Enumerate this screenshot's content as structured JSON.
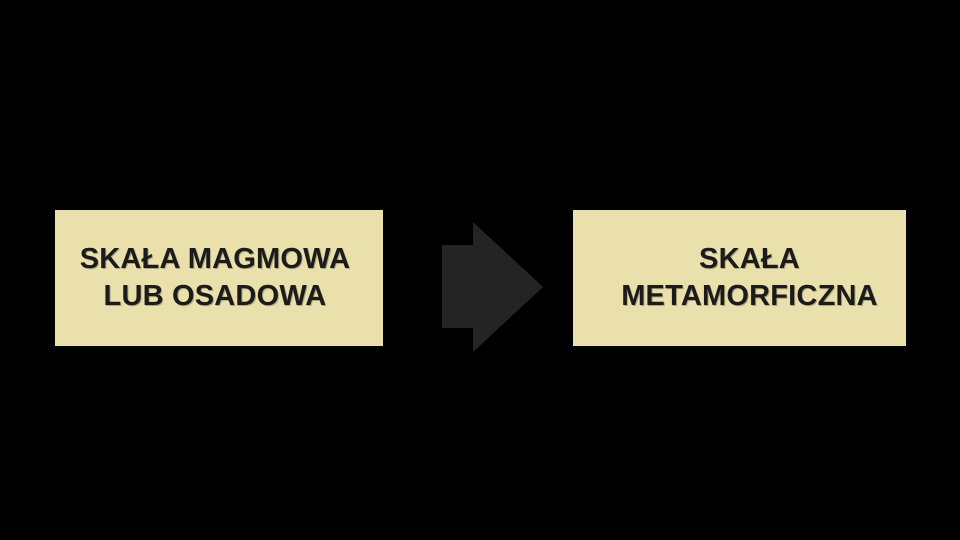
{
  "diagram": {
    "title": "rock transformation flow",
    "background_color": "#000000",
    "box_fill_color": "#e9e0ab",
    "text_color": "#1b1b1b",
    "arrow_color": "#242424",
    "left_box": {
      "line1": "SKAŁA MAGMOWA",
      "line2": "LUB OSADOWA"
    },
    "right_box": {
      "line1": "SKAŁA",
      "line2": "METAMORFICZNA"
    },
    "connector": {
      "icon": "right-arrow-icon",
      "direction": "right"
    }
  }
}
